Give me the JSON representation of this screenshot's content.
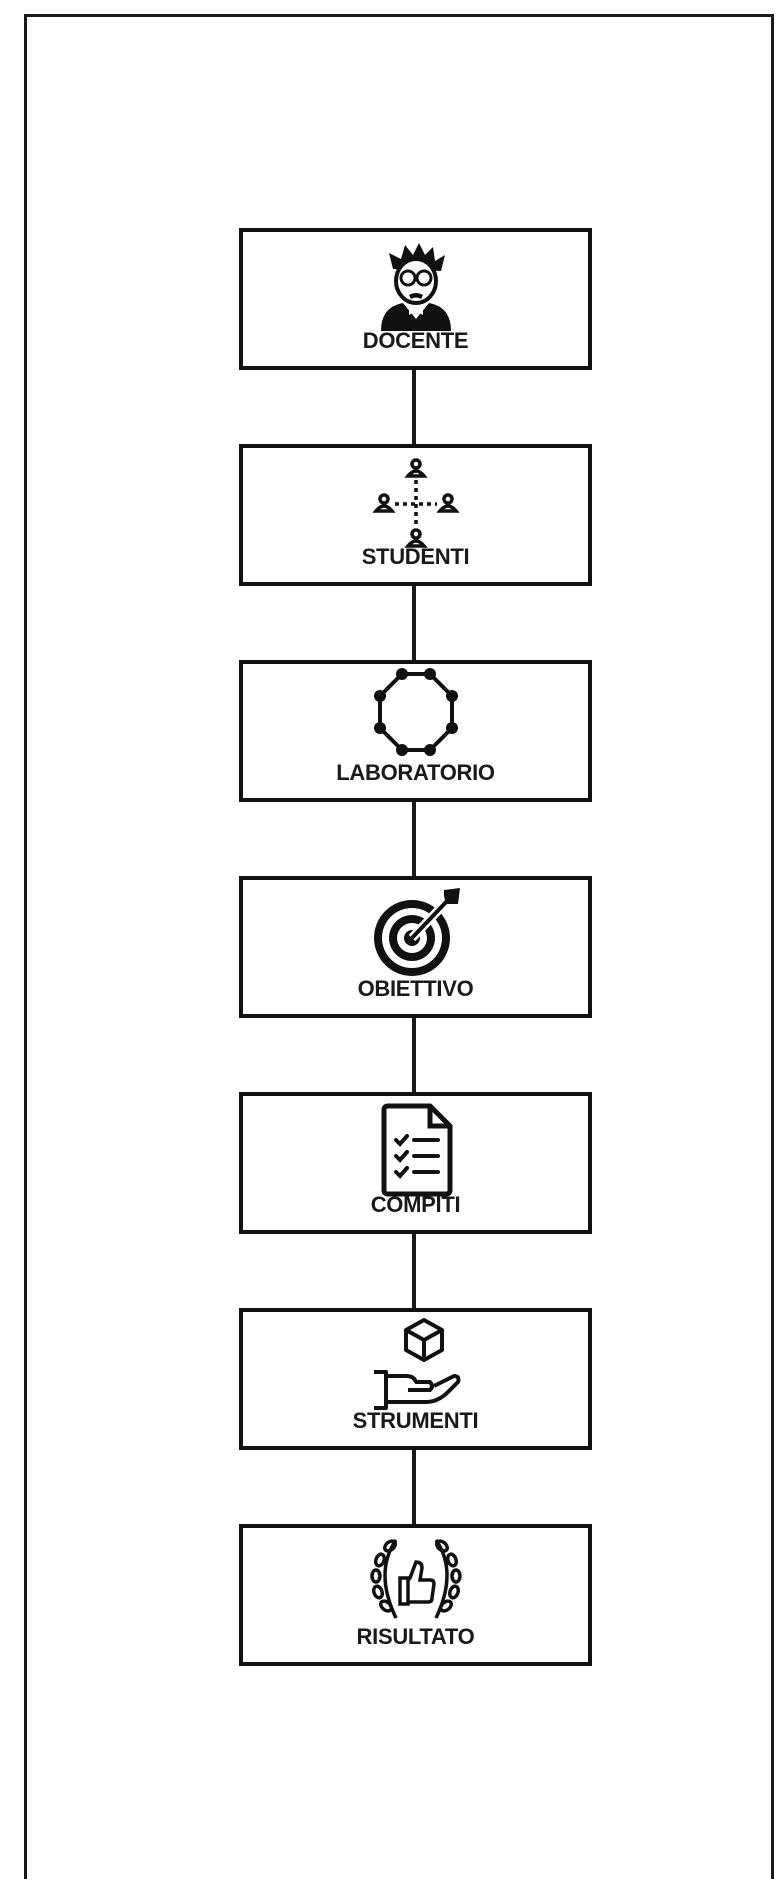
{
  "flow": {
    "steps": [
      {
        "label": "DOCENTE",
        "icon": "teacher-icon"
      },
      {
        "label": "STUDENTI",
        "icon": "student-network-icon"
      },
      {
        "label": "LABORATORIO",
        "icon": "octagon-nodes-icon"
      },
      {
        "label": "OBIETTIVO",
        "icon": "target-icon"
      },
      {
        "label": "COMPITI",
        "icon": "checklist-document-icon"
      },
      {
        "label": "STRUMENTI",
        "icon": "hand-box-icon"
      },
      {
        "label": "RISULTATO",
        "icon": "laurel-thumbs-up-icon"
      }
    ]
  }
}
